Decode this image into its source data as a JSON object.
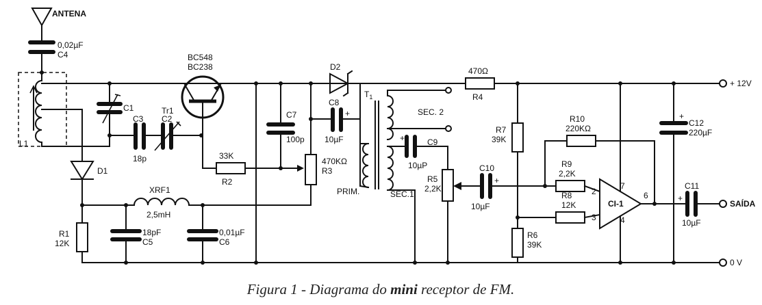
{
  "caption": {
    "prefix": "Figura 1 - Diagrama do ",
    "bold": "mini",
    "suffix": " receptor de FM."
  },
  "nodes": {
    "antenna": "ANTENA",
    "plus12v": "+ 12V",
    "saida": "SAÍDA",
    "zero_v": "0 V"
  },
  "components": {
    "c4": {
      "value": "0,02µF",
      "ref": "C4"
    },
    "l1": {
      "ref": "L1"
    },
    "c1": {
      "ref": "C1"
    },
    "c3": {
      "ref": "C3",
      "value": "18p"
    },
    "c2": {
      "ref": "C2"
    },
    "tr1": {
      "ref": "Tr1",
      "type1": "BC548",
      "type2": "BC238"
    },
    "d1": {
      "ref": "D1"
    },
    "d2": {
      "ref": "D2"
    },
    "c7": {
      "ref": "C7",
      "value": "100p"
    },
    "c8": {
      "ref": "C8",
      "value": "10µF",
      "polarity": "+"
    },
    "r2": {
      "ref": "R2",
      "value": "33K"
    },
    "r3": {
      "ref": "R3",
      "value": "470KΩ"
    },
    "t1": {
      "ref": "T",
      "sub": "1",
      "prim": "PRIM.",
      "sec1": "SEC.1",
      "sec2": "SEC. 2"
    },
    "c9": {
      "ref": "C9",
      "value": "10µP",
      "polarity": "+"
    },
    "r5": {
      "ref": "R5",
      "value": "2,2K"
    },
    "c10": {
      "ref": "C10",
      "value": "10µF",
      "polarity": "+"
    },
    "r4": {
      "ref": "R4",
      "value": "470Ω"
    },
    "r7": {
      "ref": "R7",
      "value": "39K"
    },
    "r6": {
      "ref": "R6",
      "value": "39K"
    },
    "r10": {
      "ref": "R10",
      "value": "220KΩ"
    },
    "r9": {
      "ref": "R9",
      "value": "2,2K"
    },
    "r8": {
      "ref": "R8",
      "value": "12K"
    },
    "ci1": {
      "ref": "CI-1",
      "pin2": "2",
      "pin3": "3",
      "pin4": "4",
      "pin6": "6",
      "pin7": "7"
    },
    "c12": {
      "ref": "C12",
      "value": "220µF",
      "polarity": "+"
    },
    "c11": {
      "ref": "C11",
      "value": "10µF",
      "polarity": "+"
    },
    "xrf1": {
      "ref": "XRF1",
      "value": "2,5mH"
    },
    "r1": {
      "ref": "R1",
      "value": "12K"
    },
    "c5": {
      "ref": "C5",
      "value": "18pF"
    },
    "c6": {
      "ref": "C6",
      "value": "0,01µF"
    }
  }
}
